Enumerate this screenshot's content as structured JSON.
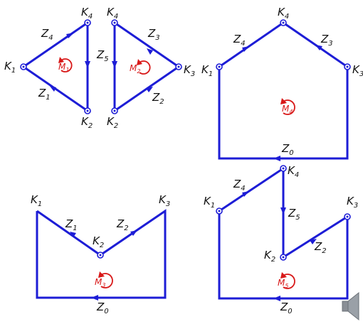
{
  "colors": {
    "wire": "#1d1dd6",
    "mesh": "#d81818",
    "text": "#111111",
    "speaker": "#8a8f96"
  },
  "labels": {
    "K": "K",
    "Z": "Z",
    "M": "M",
    "k1": "1",
    "k2": "2",
    "k3": "3",
    "k4": "4",
    "z0": "0",
    "z1": "1",
    "z2": "2",
    "z3": "3",
    "z4": "4",
    "z5": "5",
    "m1": "1",
    "m2": "2",
    "m3": "3",
    "m4": "4",
    "m5": "5"
  },
  "speaker_icon": "speaker-icon"
}
